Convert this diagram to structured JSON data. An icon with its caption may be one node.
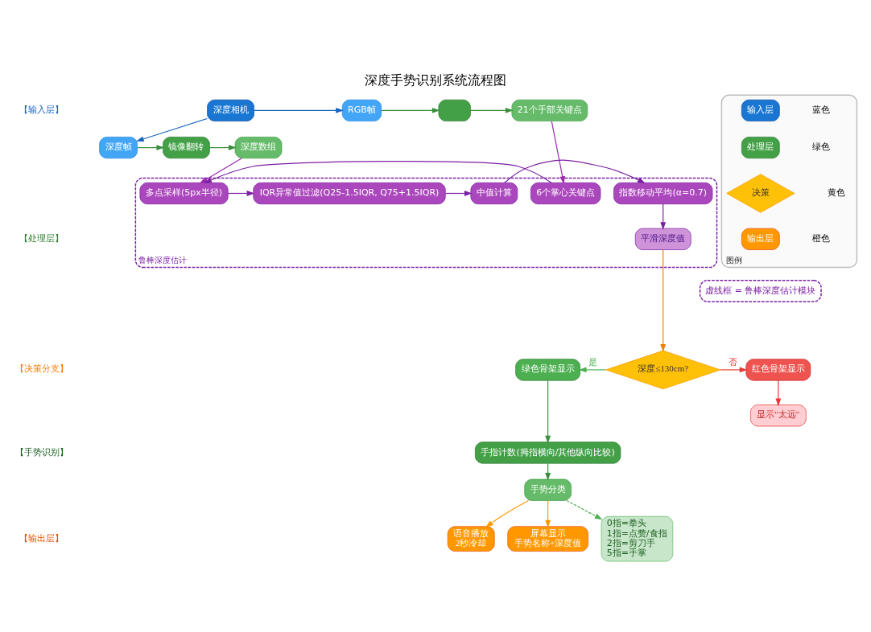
{
  "diagram": {
    "title": "深度手势识别系统流程图",
    "nodes": [
      {
        "text": [
          "深度相机"
        ]
      },
      {
        "text": [
          "RGB帧"
        ]
      },
      {
        "text": [
          "深度帧"
        ]
      },
      {
        "text": [],
        "shape": "box"
      },
      {
        "text": [
          "镜像翻转"
        ]
      },
      {
        "text": [
          "21个手部关键点"
        ]
      },
      {
        "text": [
          "深度数组"
        ]
      },
      {
        "text": [
          "鲁棒深度估计"
        ]
      },
      {
        "text": [
          "6个掌心关键点"
        ],
        "in": 7
      },
      {
        "text": [
          "多点采样(5px半径)"
        ],
        "in": 7
      },
      {
        "text": [
          "IQR异常值过滤(Q25-1.5IQR, Q75+1.5IQR)"
        ],
        "in": 7
      },
      {
        "text": [
          "中值计算"
        ],
        "in": 7
      },
      {
        "text": [
          "指数移动平均(α=0.7)"
        ],
        "in": 7
      },
      {
        "text": [
          "平滑深度值"
        ],
        "in": 7
      },
      {
        "text": [
          "深度≤130cm?"
        ]
      },
      {
        "text": [
          "绿色骨架显示"
        ]
      },
      {
        "text": [
          "红色骨架显示"
        ]
      },
      {
        "text": [
          "显示\"太远\""
        ]
      },
      {
        "text": [
          "手指计数(拇指横向/其他纵向比较)"
        ]
      },
      {
        "text": [
          "手势分类"
        ]
      },
      {
        "text": [
          "0指=拳头",
          "1指=点赞/食指",
          "2指=剪刀手",
          "5指=手掌"
        ]
      },
      {
        "text": [
          "语音播放",
          "2秒冷却"
        ]
      },
      {
        "text": [
          "屏幕显示",
          "手势名称+深度值"
        ]
      },
      {
        "text": [
          "图例"
        ]
      },
      {
        "text": [
          "输入层"
        ],
        "in": 23
      },
      {
        "text": [
          "处理层"
        ],
        "in": 23
      },
      {
        "text": [
          "决策"
        ],
        "in": 23
      },
      {
        "text": [
          "输出层"
        ],
        "in": 23
      },
      {
        "text": [
          "虚线框 = 鲁棒深度估计模块"
        ]
      }
    ],
    "edges": [
      {
        "from": 0,
        "to": 1,
        "arrow": "to",
        "color": "#1565c0"
      },
      {
        "from": 0,
        "to": 2,
        "arrow": "to",
        "color": "#1565c0"
      },
      {
        "from": 1,
        "to": 3,
        "arrow": "to"
      },
      {
        "from": 3,
        "to": 5,
        "arrow": "to"
      },
      {
        "from": 2,
        "to": 4,
        "arrow": "to"
      },
      {
        "from": 4,
        "to": 6,
        "arrow": "to"
      },
      {
        "from": 5,
        "to": 8,
        "arrow": "to",
        "color": "#9c27b0"
      },
      {
        "from": 6,
        "to": 9,
        "arrow": "to",
        "color": "#9c27b0"
      },
      {
        "from": 8,
        "to": 9,
        "arrow": "to",
        "color": "#7b1fa2"
      },
      {
        "from": 9,
        "to": 10,
        "arrow": "to",
        "color": "#7b1fa2"
      },
      {
        "from": 10,
        "to": 11,
        "arrow": "to",
        "color": "#7b1fa2"
      },
      {
        "from": 11,
        "to": 12,
        "arrow": "to",
        "color": "#7b1fa2"
      },
      {
        "from": 12,
        "to": 13,
        "arrow": "to",
        "color": "#7b1fa2"
      },
      {
        "from": 13,
        "to": 14,
        "arrow": "to",
        "color": "#f57c00"
      },
      {
        "from": 14,
        "to": 15,
        "arrow": "to",
        "label": "是",
        "color": "#4caf50"
      },
      {
        "from": 14,
        "to": 16,
        "arrow": "to",
        "label": "否",
        "color": "#e53935"
      },
      {
        "from": 16,
        "to": 17,
        "arrow": "to",
        "color": "#e53935"
      },
      {
        "from": 15,
        "to": 18,
        "arrow": "to"
      },
      {
        "from": 18,
        "to": 19,
        "arrow": "to"
      },
      {
        "from": 19,
        "to": 20,
        "arrow": "to",
        "style": "dashed",
        "color": "#4caf50"
      },
      {
        "from": 19,
        "to": 21,
        "arrow": "to",
        "color": "#ff9800"
      },
      {
        "from": 19,
        "to": 22,
        "arrow": "to",
        "color": "#ff9800"
      }
    ],
    "labels": [
      "【输入层】",
      "【处理层】",
      "【决策分支】",
      "【手势识别】",
      "【输出层】",
      "蓝色",
      "绿色",
      "黄色",
      "橙色"
    ]
  }
}
